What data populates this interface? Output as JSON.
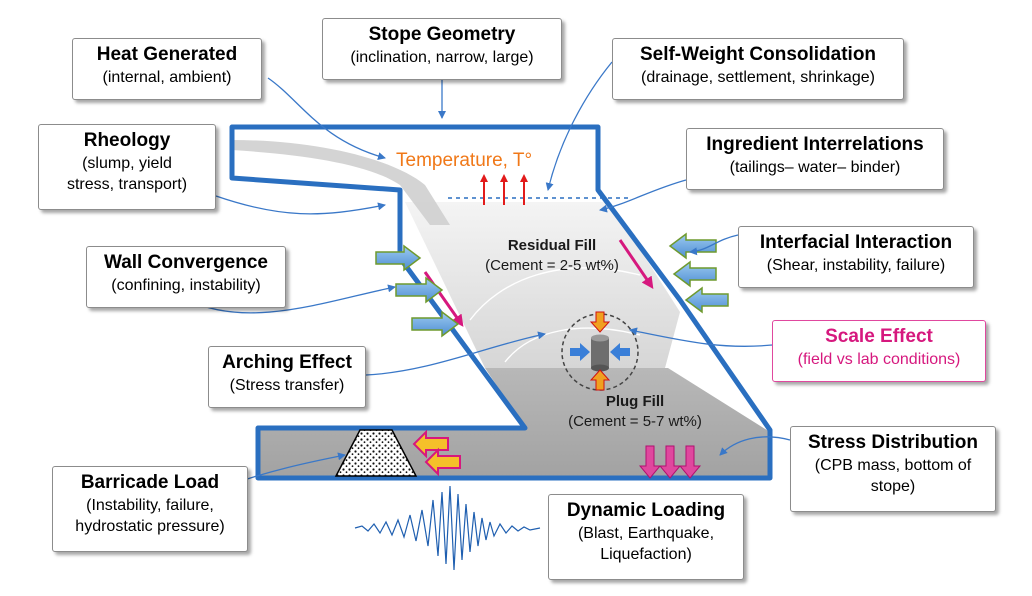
{
  "callouts": {
    "heat": {
      "title": "Heat Generated",
      "sub": "(internal, ambient)"
    },
    "geometry": {
      "title": "Stope Geometry",
      "sub": "(inclination, narrow, large)"
    },
    "consolidation": {
      "title": "Self-Weight Consolidation",
      "sub": "(drainage, settlement, shrinkage)"
    },
    "rheology": {
      "title": "Rheology",
      "sub1": "(slump, yield",
      "sub2": "stress, transport)"
    },
    "ingredients": {
      "title": "Ingredient Interrelations",
      "sub": "(tailings– water– binder)"
    },
    "interfacial": {
      "title": "Interfacial Interaction",
      "sub": "(Shear, instability, failure)"
    },
    "wall": {
      "title": "Wall Convergence",
      "sub": "(confining, instability)"
    },
    "scale": {
      "title": "Scale Effect",
      "sub": "(field vs lab  conditions)"
    },
    "arching": {
      "title": "Arching Effect",
      "sub": "(Stress transfer)"
    },
    "stress": {
      "title": "Stress Distribution",
      "sub1": "(CPB mass, bottom  of",
      "sub2": "stope)"
    },
    "barricade": {
      "title": "Barricade Load",
      "sub1": "(Instability, failure,",
      "sub2": "hydrostatic pressure)"
    },
    "dynamic": {
      "title": "Dynamic Loading",
      "sub1": "(Blast, Earthquake,",
      "sub2": "Liquefaction)"
    }
  },
  "stope": {
    "temperature": "Temperature, T°",
    "residual_title": "Residual Fill",
    "residual_sub": "(Cement = 2-5  wt%)",
    "plug_title": "Plug Fill",
    "plug_sub": "(Cement = 5-7 wt%)"
  },
  "colors": {
    "outline": "#2a6fc0",
    "pink": "#d6187e",
    "green": "#6f9a2e",
    "connector": "#3a78c8",
    "temperature": "#f07818"
  }
}
